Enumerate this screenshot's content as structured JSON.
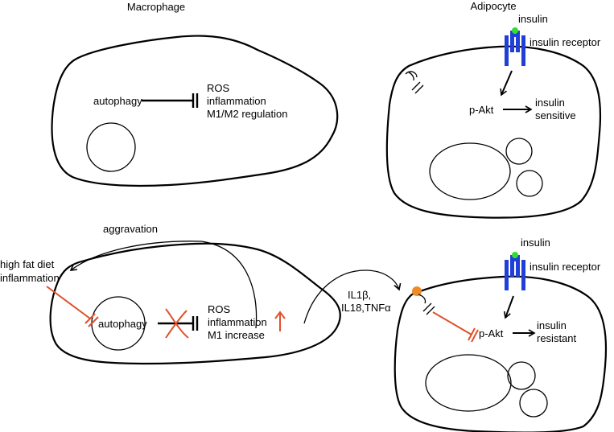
{
  "colors": {
    "line": "#000000",
    "inhibit_red": "#e0502a",
    "receptor_blue": "#1f3fd6",
    "insulin_green": "#33dd33",
    "cytokine_orange": "#f08a24"
  },
  "top": {
    "macrophage": {
      "title": "Macrophage",
      "source": "autophagy",
      "targets": [
        "ROS",
        "inflammation",
        "M1/M2 regulation"
      ]
    },
    "adipocyte": {
      "title": "Adipocyte",
      "insulin_label": "insulin",
      "receptor_label": "insulin receptor",
      "signal_label": "p-Akt",
      "outcome": [
        "insulin",
        "sensitive"
      ]
    }
  },
  "bottom": {
    "aggravation_label": "aggravation",
    "trigger": [
      "high fat diet",
      "inflammation"
    ],
    "macrophage": {
      "source": "autophagy",
      "targets": [
        "ROS",
        "inflammation",
        "M1 increase"
      ]
    },
    "cytokines": [
      "IL1β,",
      "IL18,TNFα"
    ],
    "adipocyte": {
      "insulin_label": "insulin",
      "receptor_label": "insulin receptor",
      "signal_label": "p-Akt",
      "outcome": [
        "insulin",
        "resistant"
      ]
    }
  }
}
